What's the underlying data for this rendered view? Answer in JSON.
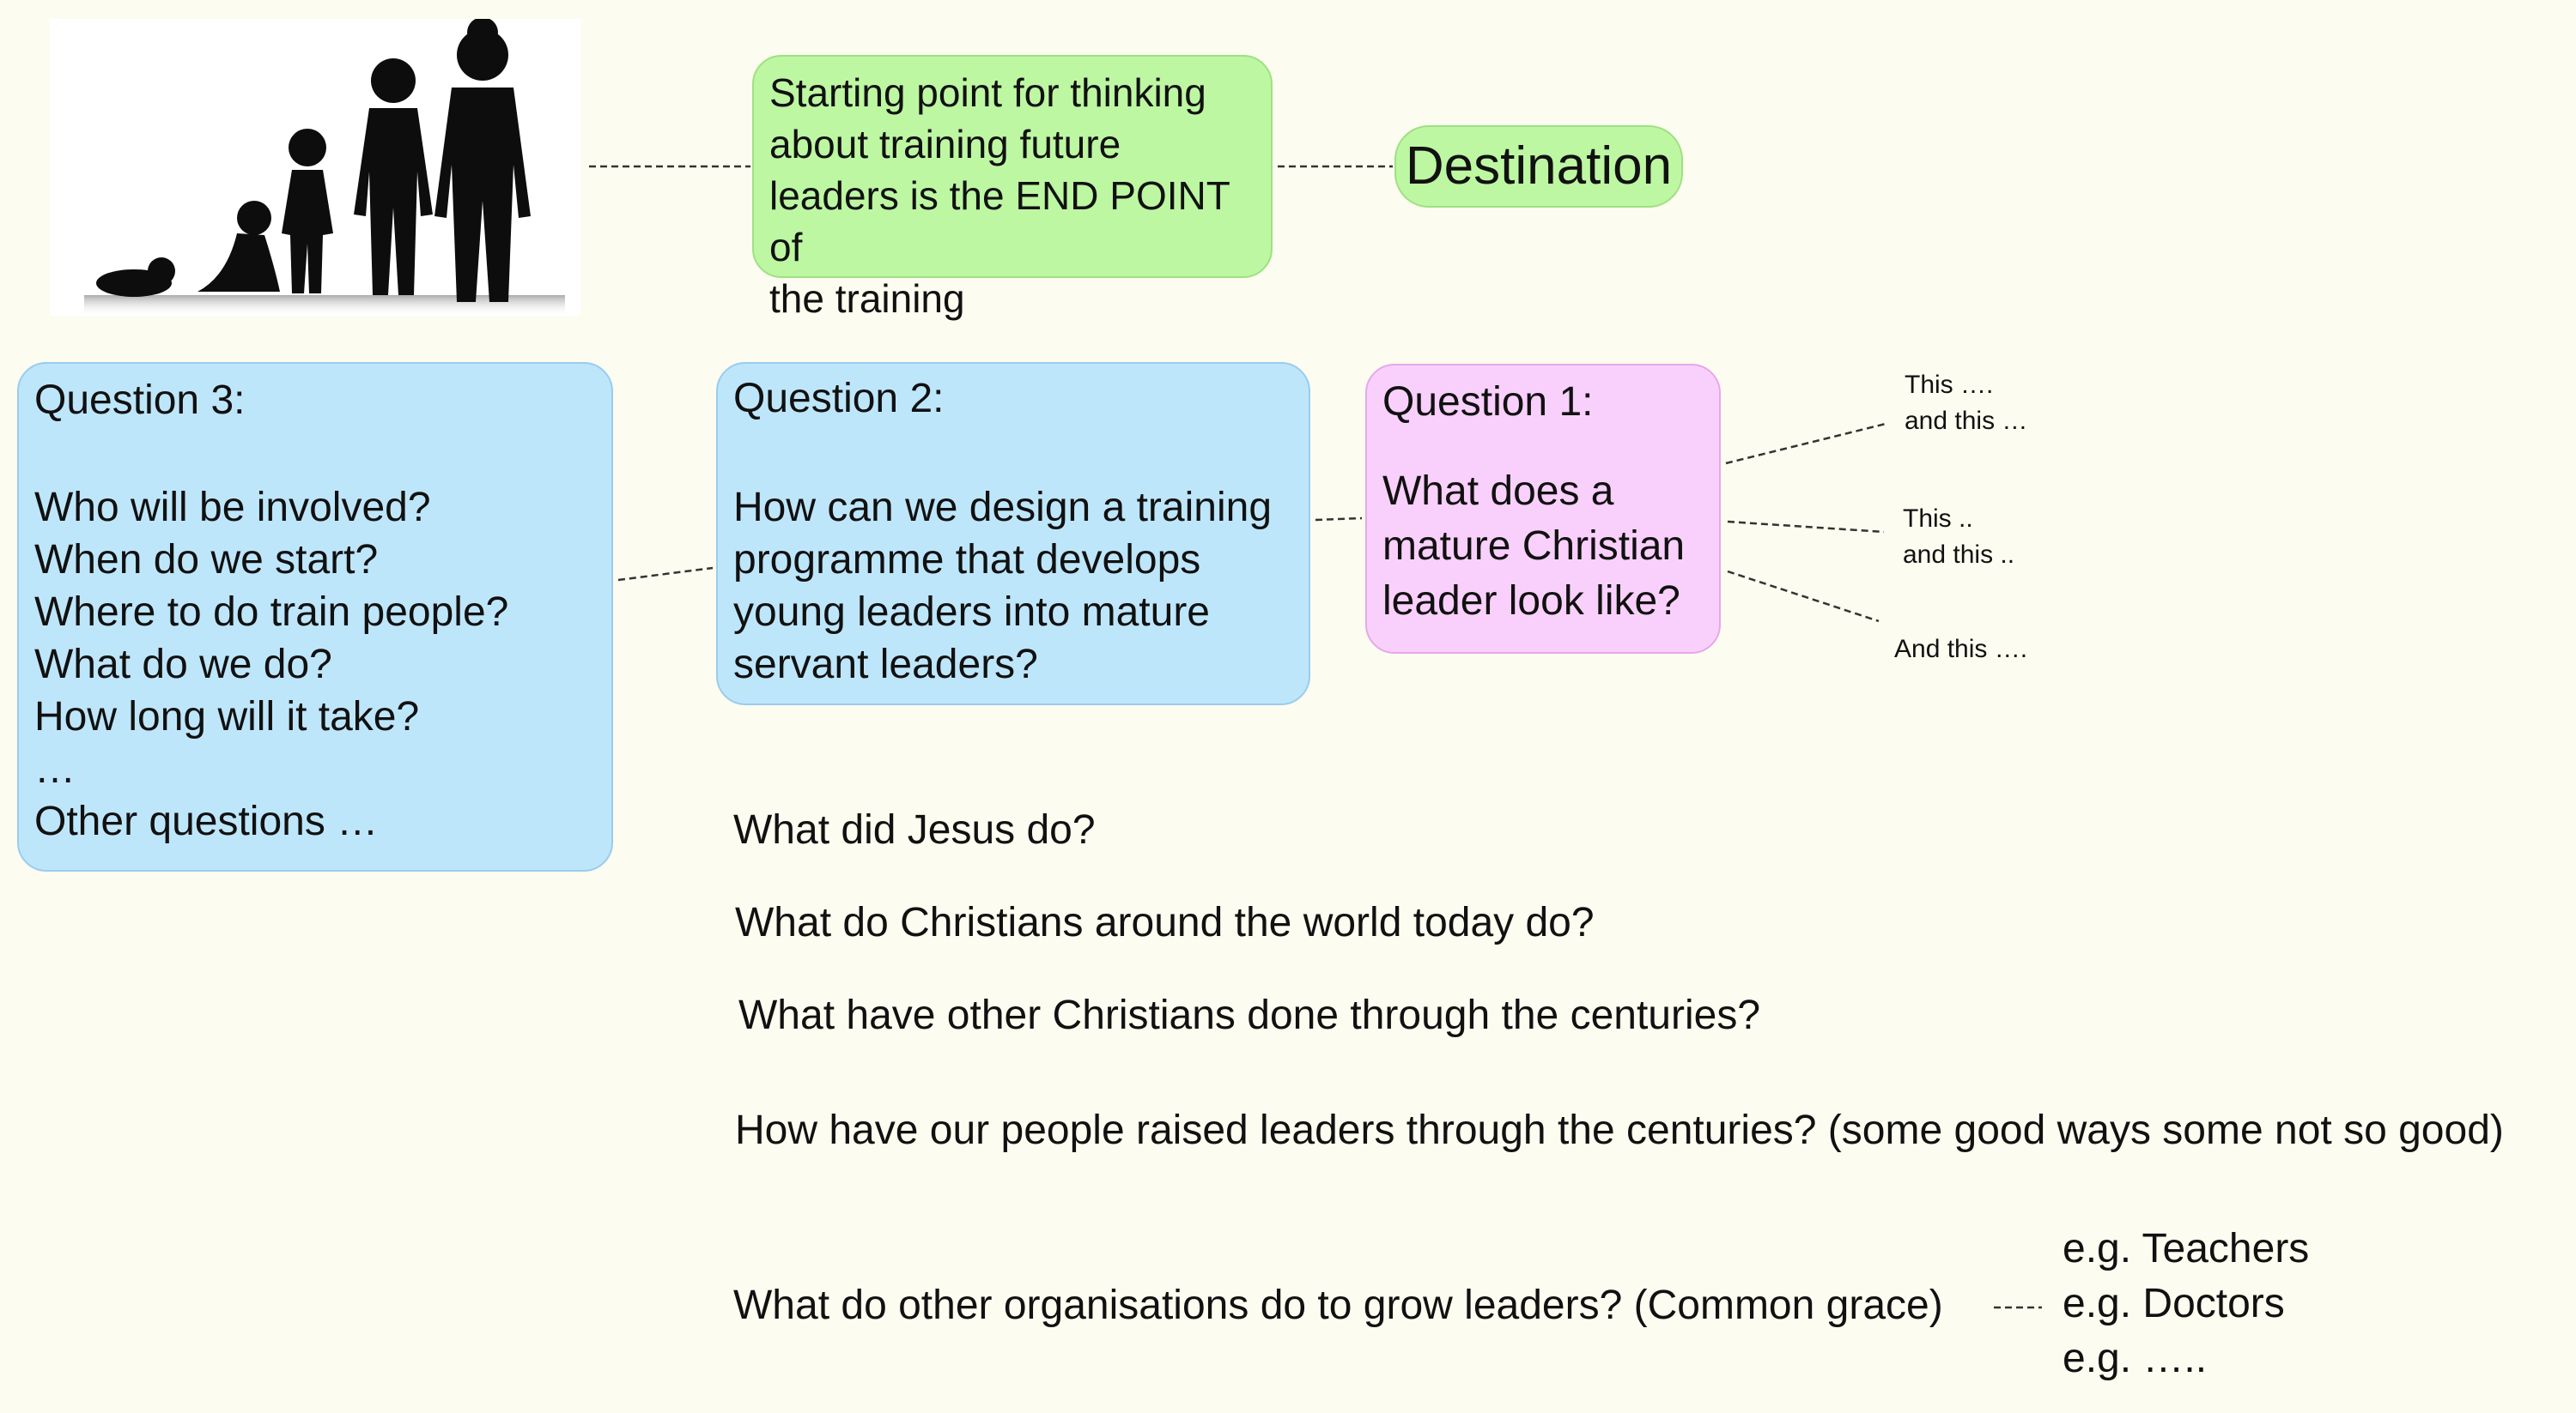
{
  "destination_node": {
    "text": "Destination"
  },
  "starting_point_node": {
    "text": "Starting point for thinking\nabout training future\nleaders is the END POINT of\nthe training"
  },
  "question_1": {
    "heading": "Question 1:",
    "body": "What does a\nmature Christian\nleader look like?"
  },
  "question_2": {
    "heading": "Question 2:",
    "body": "How can we design a training\nprogramme that develops\nyoung leaders into mature\nservant leaders?"
  },
  "question_3": {
    "heading": "Question 3:",
    "body": "Who will be involved?\nWhen do we start?\nWhere to do train people?\nWhat do we do?\n How long will it take?\n…\nOther questions …"
  },
  "aspects": [
    "This ….\nand this …",
    "This ..\nand this ..",
    "And this …."
  ],
  "sources": [
    "What did Jesus do?",
    "What do Christians around the world today do?",
    "What have other Christians done through the centuries?",
    "How have our people raised leaders through the centuries? (some good ways some not so good)",
    "What do other organisations do to grow leaders? (Common grace)"
  ],
  "examples": [
    "e.g. Teachers",
    "e.g. Doctors",
    "e.g. ….."
  ],
  "colors": {
    "green": "#bdf7a2",
    "blue": "#bee6fb",
    "pink": "#f9d0fb",
    "background": "#fdfcf0"
  }
}
